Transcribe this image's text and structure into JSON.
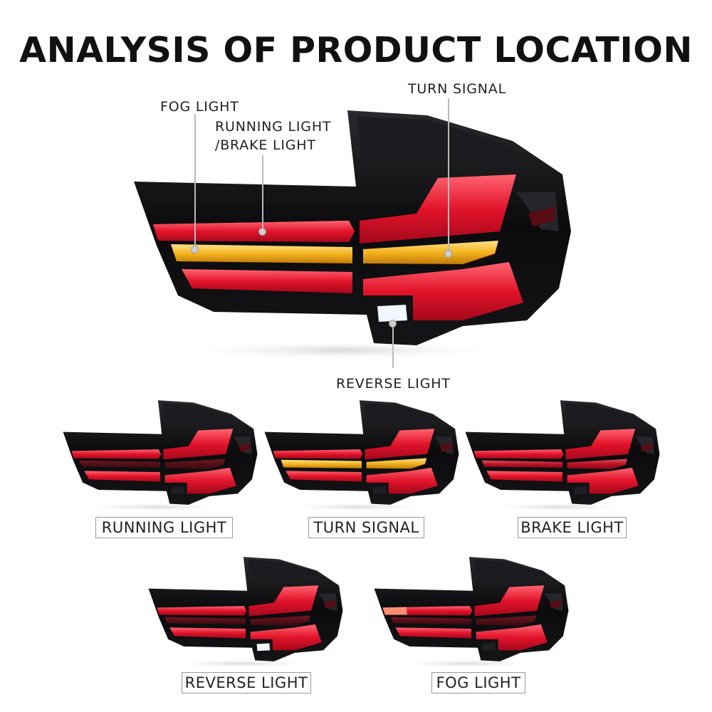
{
  "title": "ANALYSIS OF PRODUCT LOCATION",
  "callouts": {
    "fog_light": "FOG LIGHT",
    "running_light_line1": "RUNNING LIGHT",
    "running_light_line2": "/BRAKE LIGHT",
    "turn_signal": "TURN SIGNAL",
    "reverse_light": "REVERSE LIGHT"
  },
  "variants": [
    {
      "label": "RUNNING LIGHT",
      "mode": "running"
    },
    {
      "label": "TURN SIGNAL",
      "mode": "turn"
    },
    {
      "label": "BRAKE LIGHT",
      "mode": "brake"
    },
    {
      "label": "REVERSE LIGHT",
      "mode": "reverse"
    },
    {
      "label": "FOG LIGHT",
      "mode": "fog"
    }
  ],
  "colors": {
    "housing": "#0b0b0d",
    "lens_red": "#e2142b",
    "lens_glow": "#ff5a66",
    "amber": "#f4b41e",
    "reverse_white": "#f2f6ff"
  }
}
